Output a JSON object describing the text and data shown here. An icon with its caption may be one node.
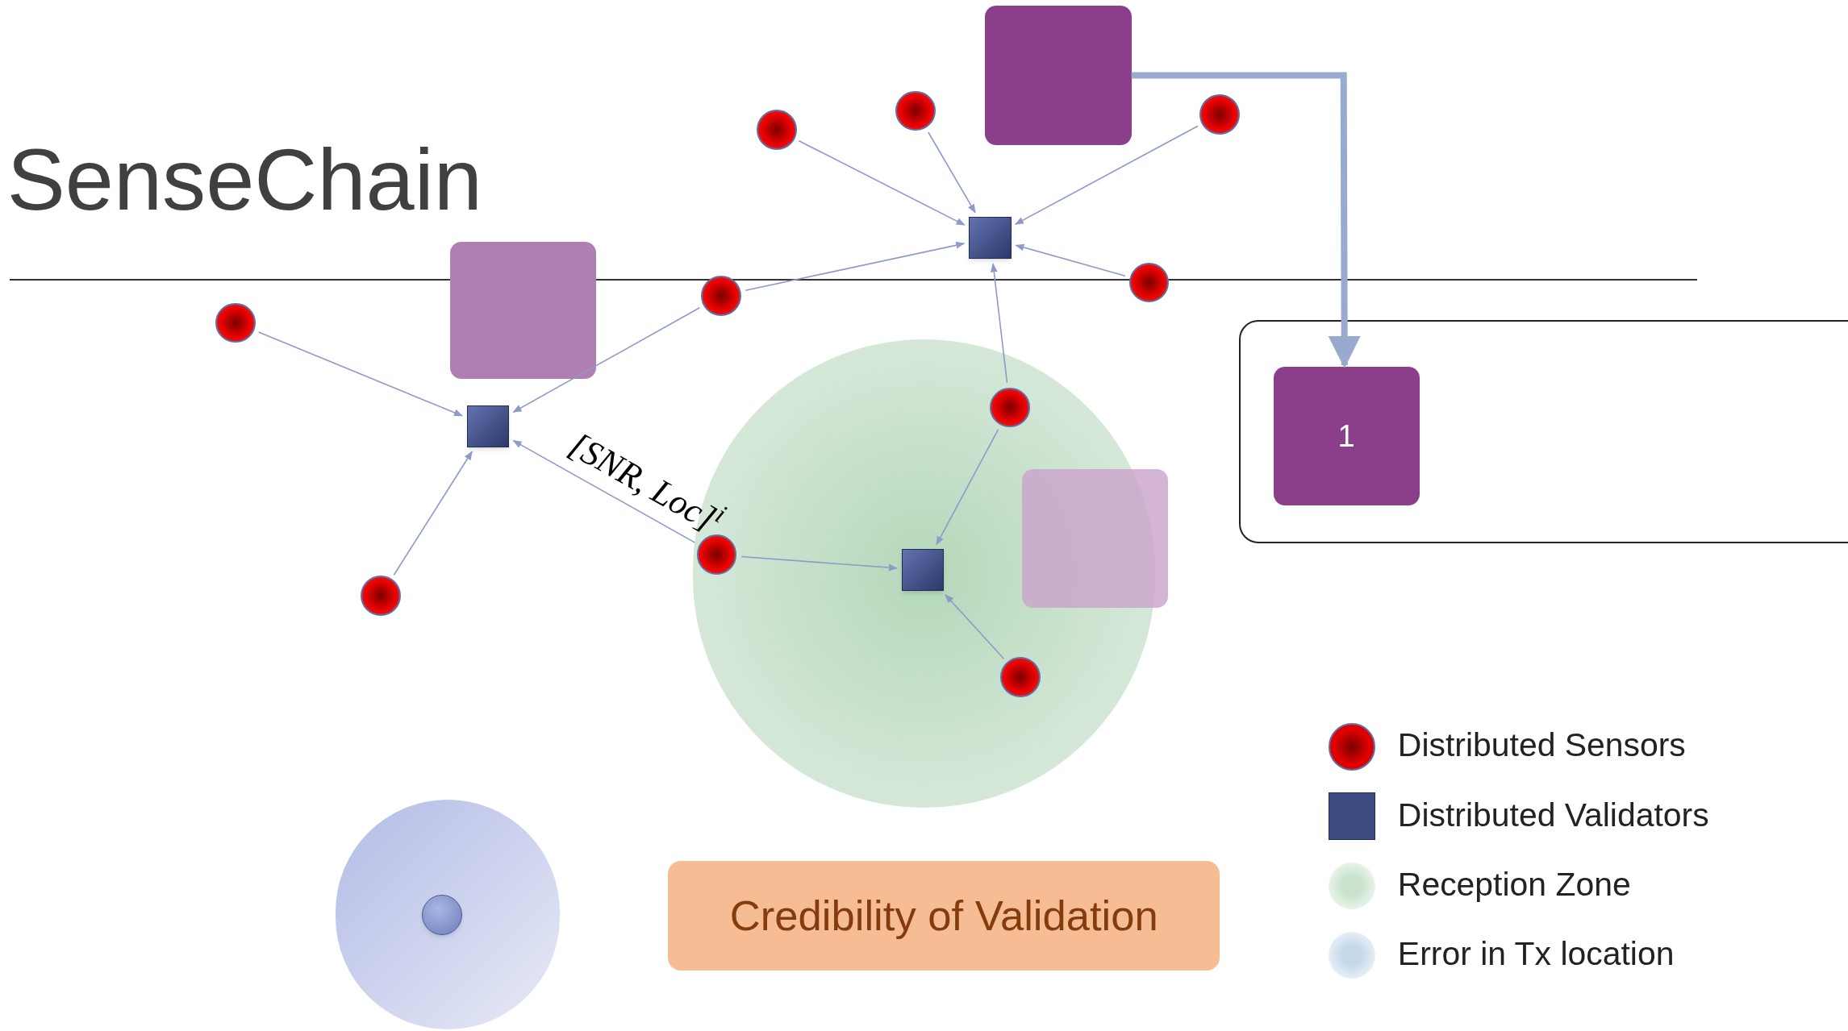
{
  "diagram": {
    "title": "SenseChain",
    "nodes": [
      {
        "text": [],
        "shape": "box"
      },
      {
        "text": [],
        "shape": "circle"
      },
      {
        "text": [],
        "shape": "circle"
      },
      {
        "text": [],
        "shape": "circle"
      },
      {
        "text": [],
        "shape": "box"
      },
      {
        "text": [],
        "shape": "box"
      },
      {
        "text": [],
        "shape": "circle"
      },
      {
        "text": [],
        "shape": "circle"
      },
      {
        "text": [],
        "shape": "box"
      },
      {
        "text": [
          "1"
        ],
        "in": 8
      },
      {
        "text": [],
        "shape": "circle"
      },
      {
        "text": [],
        "shape": "circle"
      },
      {
        "text": [],
        "shape": "circle",
        "in": 11
      },
      {
        "text": [],
        "shape": "box"
      },
      {
        "text": [],
        "shape": "box"
      },
      {
        "text": [],
        "shape": "circle",
        "in": 11
      },
      {
        "text": [],
        "shape": "box",
        "in": 11
      },
      {
        "text": [],
        "shape": "circle"
      },
      {
        "text": [],
        "shape": "circle",
        "in": 11
      },
      {
        "text": [],
        "shape": "circle"
      },
      {
        "text": [],
        "shape": "circle",
        "in": 19
      },
      {
        "text": [
          "Credibility of Validation"
        ]
      }
    ],
    "edges": [
      {
        "from": 1,
        "to": 4,
        "arrow": "to"
      },
      {
        "from": 2,
        "to": 4,
        "arrow": "to"
      },
      {
        "from": 3,
        "to": 4,
        "arrow": "to"
      },
      {
        "from": 6,
        "to": 4,
        "arrow": "to"
      },
      {
        "from": 7,
        "to": 4,
        "arrow": "to"
      },
      {
        "from": 12,
        "to": 4,
        "arrow": "to"
      },
      {
        "from": 7,
        "to": 13,
        "arrow": "to"
      },
      {
        "from": 10,
        "to": 13,
        "arrow": "to"
      },
      {
        "from": 17,
        "to": 13,
        "arrow": "to"
      },
      {
        "from": 15,
        "to": 13,
        "arrow": "to",
        "label": "[SNR, Loc]$^{i}$"
      },
      {
        "from": 15,
        "to": 16,
        "arrow": "to"
      },
      {
        "from": 12,
        "to": 16,
        "arrow": "to"
      },
      {
        "from": 18,
        "to": 16,
        "arrow": "to"
      },
      {
        "from": 0,
        "to": 9,
        "arrow": "to",
        "style": "thick",
        "color": "#9aa9cf"
      }
    ],
    "legend": [
      {
        "text": "Distributed Sensors",
        "color": "#e00000"
      },
      {
        "text": "Distributed Validators",
        "color": "#3b4a80"
      },
      {
        "text": "Reception Zone",
        "color": "#c9e3cd"
      },
      {
        "text": "Error in Tx location",
        "color": "#c5d8ea"
      }
    ]
  }
}
